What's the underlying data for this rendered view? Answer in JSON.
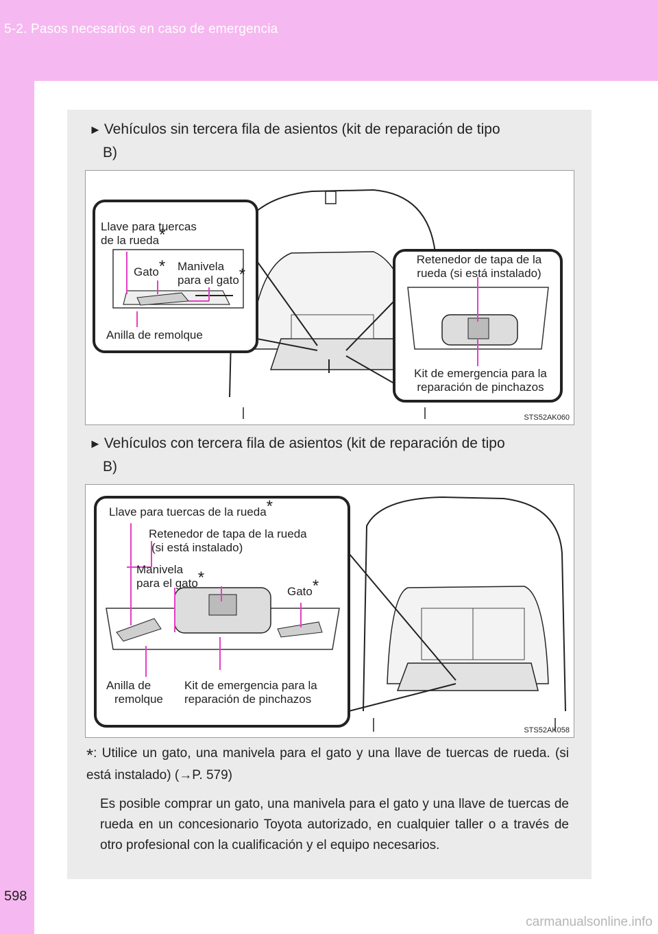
{
  "header": {
    "title": "5-2. Pasos necesarios en caso de emergencia"
  },
  "page_number": "598",
  "watermark": "carmanualsonline.info",
  "section1": {
    "heading_line1": "Vehículos sin tercera fila de asientos (kit de reparación de tipo",
    "heading_line2": "B)",
    "figure_code": "STS52AK060",
    "labels": {
      "wrench_line1": "Llave para tuercas",
      "wrench_line2": "de la rueda",
      "jack": "Gato",
      "handle_line1": "Manivela",
      "handle_line2": "para el gato",
      "tow_eye": "Anilla de remolque",
      "retainer_line1": "Retenedor de tapa de la",
      "retainer_line2": "rueda (si está instalado)",
      "kit_line1": "Kit de emergencia para la",
      "kit_line2": "reparación de pinchazos"
    }
  },
  "section2": {
    "heading_line1": "Vehículos con tercera fila de asientos (kit de reparación de tipo",
    "heading_line2": "B)",
    "figure_code": "STS52AK058",
    "labels": {
      "wrench": "Llave para tuercas de la rueda",
      "retainer_line1": "Retenedor de tapa de la rueda",
      "retainer_line2": "(si está instalado)",
      "handle_line1": "Manivela",
      "handle_line2": "para el gato",
      "jack": "Gato",
      "tow_line1": "Anilla de",
      "tow_line2": "remolque",
      "kit_line1": "Kit de emergencia para la",
      "kit_line2": "reparación de pinchazos"
    }
  },
  "asterisk": "*",
  "footnote": {
    "marker": ":",
    "text_before_ref": "Utilice un gato, una manivela para el gato y una llave de tuercas de rueda. (si está instalado) (",
    "ref_arrow": "→",
    "ref": "P. 579",
    "text_after_ref": ")",
    "paragraph": "Es posible comprar un gato, una manivela para el gato y una llave de tuercas de rueda en un concesionario Toyota autorizado, en cualquier taller o a través de otro profesional con la cualificación y el equipo necesarios."
  }
}
